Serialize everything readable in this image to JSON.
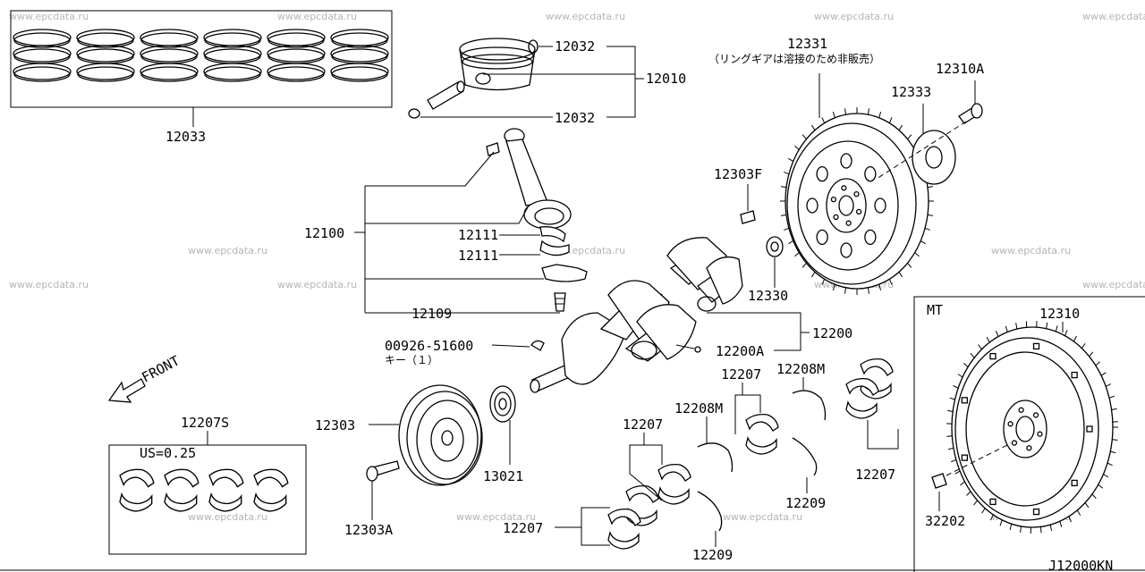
{
  "watermark": "www.epcdata.ru",
  "diagram_code": "J12000KN",
  "direction": "FRONT",
  "mt_label": "MT",
  "us_note": "US=0.25",
  "ring_gear_note": "（リングギアは溶接のため非販売）",
  "key_note": "キー（１）",
  "parts": {
    "p12033": "12033",
    "p12032a": "12032",
    "p12032b": "12032",
    "p12010": "12010",
    "p12331": "12331",
    "p12310A": "12310A",
    "p12333": "12333",
    "p12303F": "12303F",
    "p12100": "12100",
    "p12111a": "12111",
    "p12111b": "12111",
    "p12109": "12109",
    "p12330": "12330",
    "p12200": "12200",
    "p12200A": "12200A",
    "p00926": "00926-51600",
    "p12207a": "12207",
    "p12208Ma": "12208M",
    "p12207b": "12207",
    "p12208Mb": "12208M",
    "p12207c": "12207",
    "p12209a": "12209",
    "p12207d": "12207",
    "p12209b": "12209",
    "p12303": "12303",
    "p13021": "13021",
    "p12303A": "12303A",
    "p12207S": "12207S",
    "p12310": "12310",
    "p32202": "32202"
  }
}
